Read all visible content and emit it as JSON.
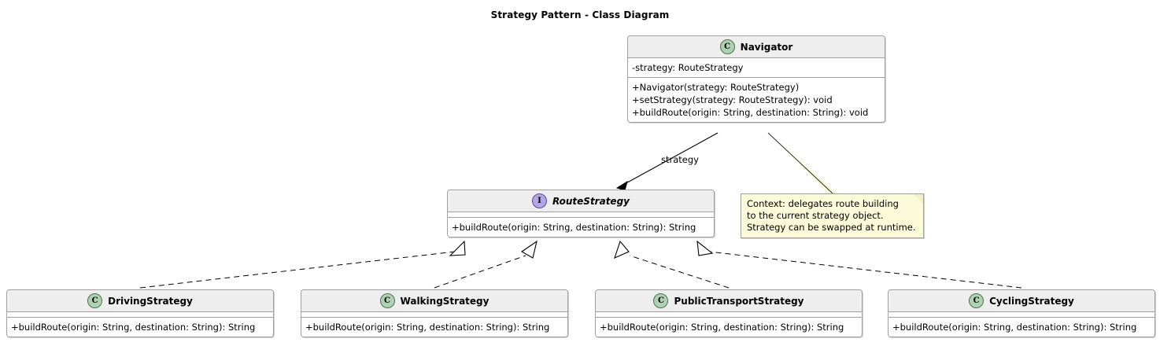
{
  "diagram": {
    "title": "Strategy Pattern - Class Diagram",
    "type": "uml-class-diagram",
    "colors": {
      "class_icon_fill": "#ADD1B2",
      "class_icon_border": "#4C724F",
      "interface_icon_fill": "#B4A7E5",
      "interface_icon_border": "#55499B",
      "header_fill": "#EEEEEE",
      "box_border": "#A0A0A0",
      "note_fill": "#FBFBDA",
      "line": "#000000",
      "background": "#FFFFFF"
    }
  },
  "classes": {
    "navigator": {
      "name": "Navigator",
      "stereotype_icon": "C",
      "icon_name": "class-icon",
      "attributes": [
        "-strategy: RouteStrategy"
      ],
      "methods": [
        "+Navigator(strategy: RouteStrategy)",
        "+setStrategy(strategy: RouteStrategy): void",
        "+buildRoute(origin: String, destination: String): void"
      ]
    },
    "routestrategy": {
      "name": "RouteStrategy",
      "stereotype_icon": "I",
      "icon_name": "interface-icon",
      "attributes": [],
      "methods": [
        "+buildRoute(origin: String, destination: String): String"
      ]
    },
    "driving": {
      "name": "DrivingStrategy",
      "stereotype_icon": "C",
      "icon_name": "class-icon",
      "attributes": [],
      "methods": [
        "+buildRoute(origin: String, destination: String): String"
      ]
    },
    "walking": {
      "name": "WalkingStrategy",
      "stereotype_icon": "C",
      "icon_name": "class-icon",
      "attributes": [],
      "methods": [
        "+buildRoute(origin: String, destination: String): String"
      ]
    },
    "publictransport": {
      "name": "PublicTransportStrategy",
      "stereotype_icon": "C",
      "icon_name": "class-icon",
      "attributes": [],
      "methods": [
        "+buildRoute(origin: String, destination: String): String"
      ]
    },
    "cycling": {
      "name": "CyclingStrategy",
      "stereotype_icon": "C",
      "icon_name": "class-icon",
      "attributes": [],
      "methods": [
        "+buildRoute(origin: String, destination: String): String"
      ]
    }
  },
  "note": {
    "lines": [
      "Context: delegates route building",
      "to the current strategy object.",
      "Strategy can be swapped at runtime."
    ],
    "attached_to": "Navigator"
  },
  "relationships": {
    "association": {
      "from": "Navigator",
      "to": "RouteStrategy",
      "label": "strategy",
      "style": "solid",
      "arrow": "filled"
    },
    "realizations": [
      {
        "from": "DrivingStrategy",
        "to": "RouteStrategy",
        "style": "dashed",
        "arrow": "hollow-triangle"
      },
      {
        "from": "WalkingStrategy",
        "to": "RouteStrategy",
        "style": "dashed",
        "arrow": "hollow-triangle"
      },
      {
        "from": "PublicTransportStrategy",
        "to": "RouteStrategy",
        "style": "dashed",
        "arrow": "hollow-triangle"
      },
      {
        "from": "CyclingStrategy",
        "to": "RouteStrategy",
        "style": "dashed",
        "arrow": "hollow-triangle"
      }
    ]
  }
}
